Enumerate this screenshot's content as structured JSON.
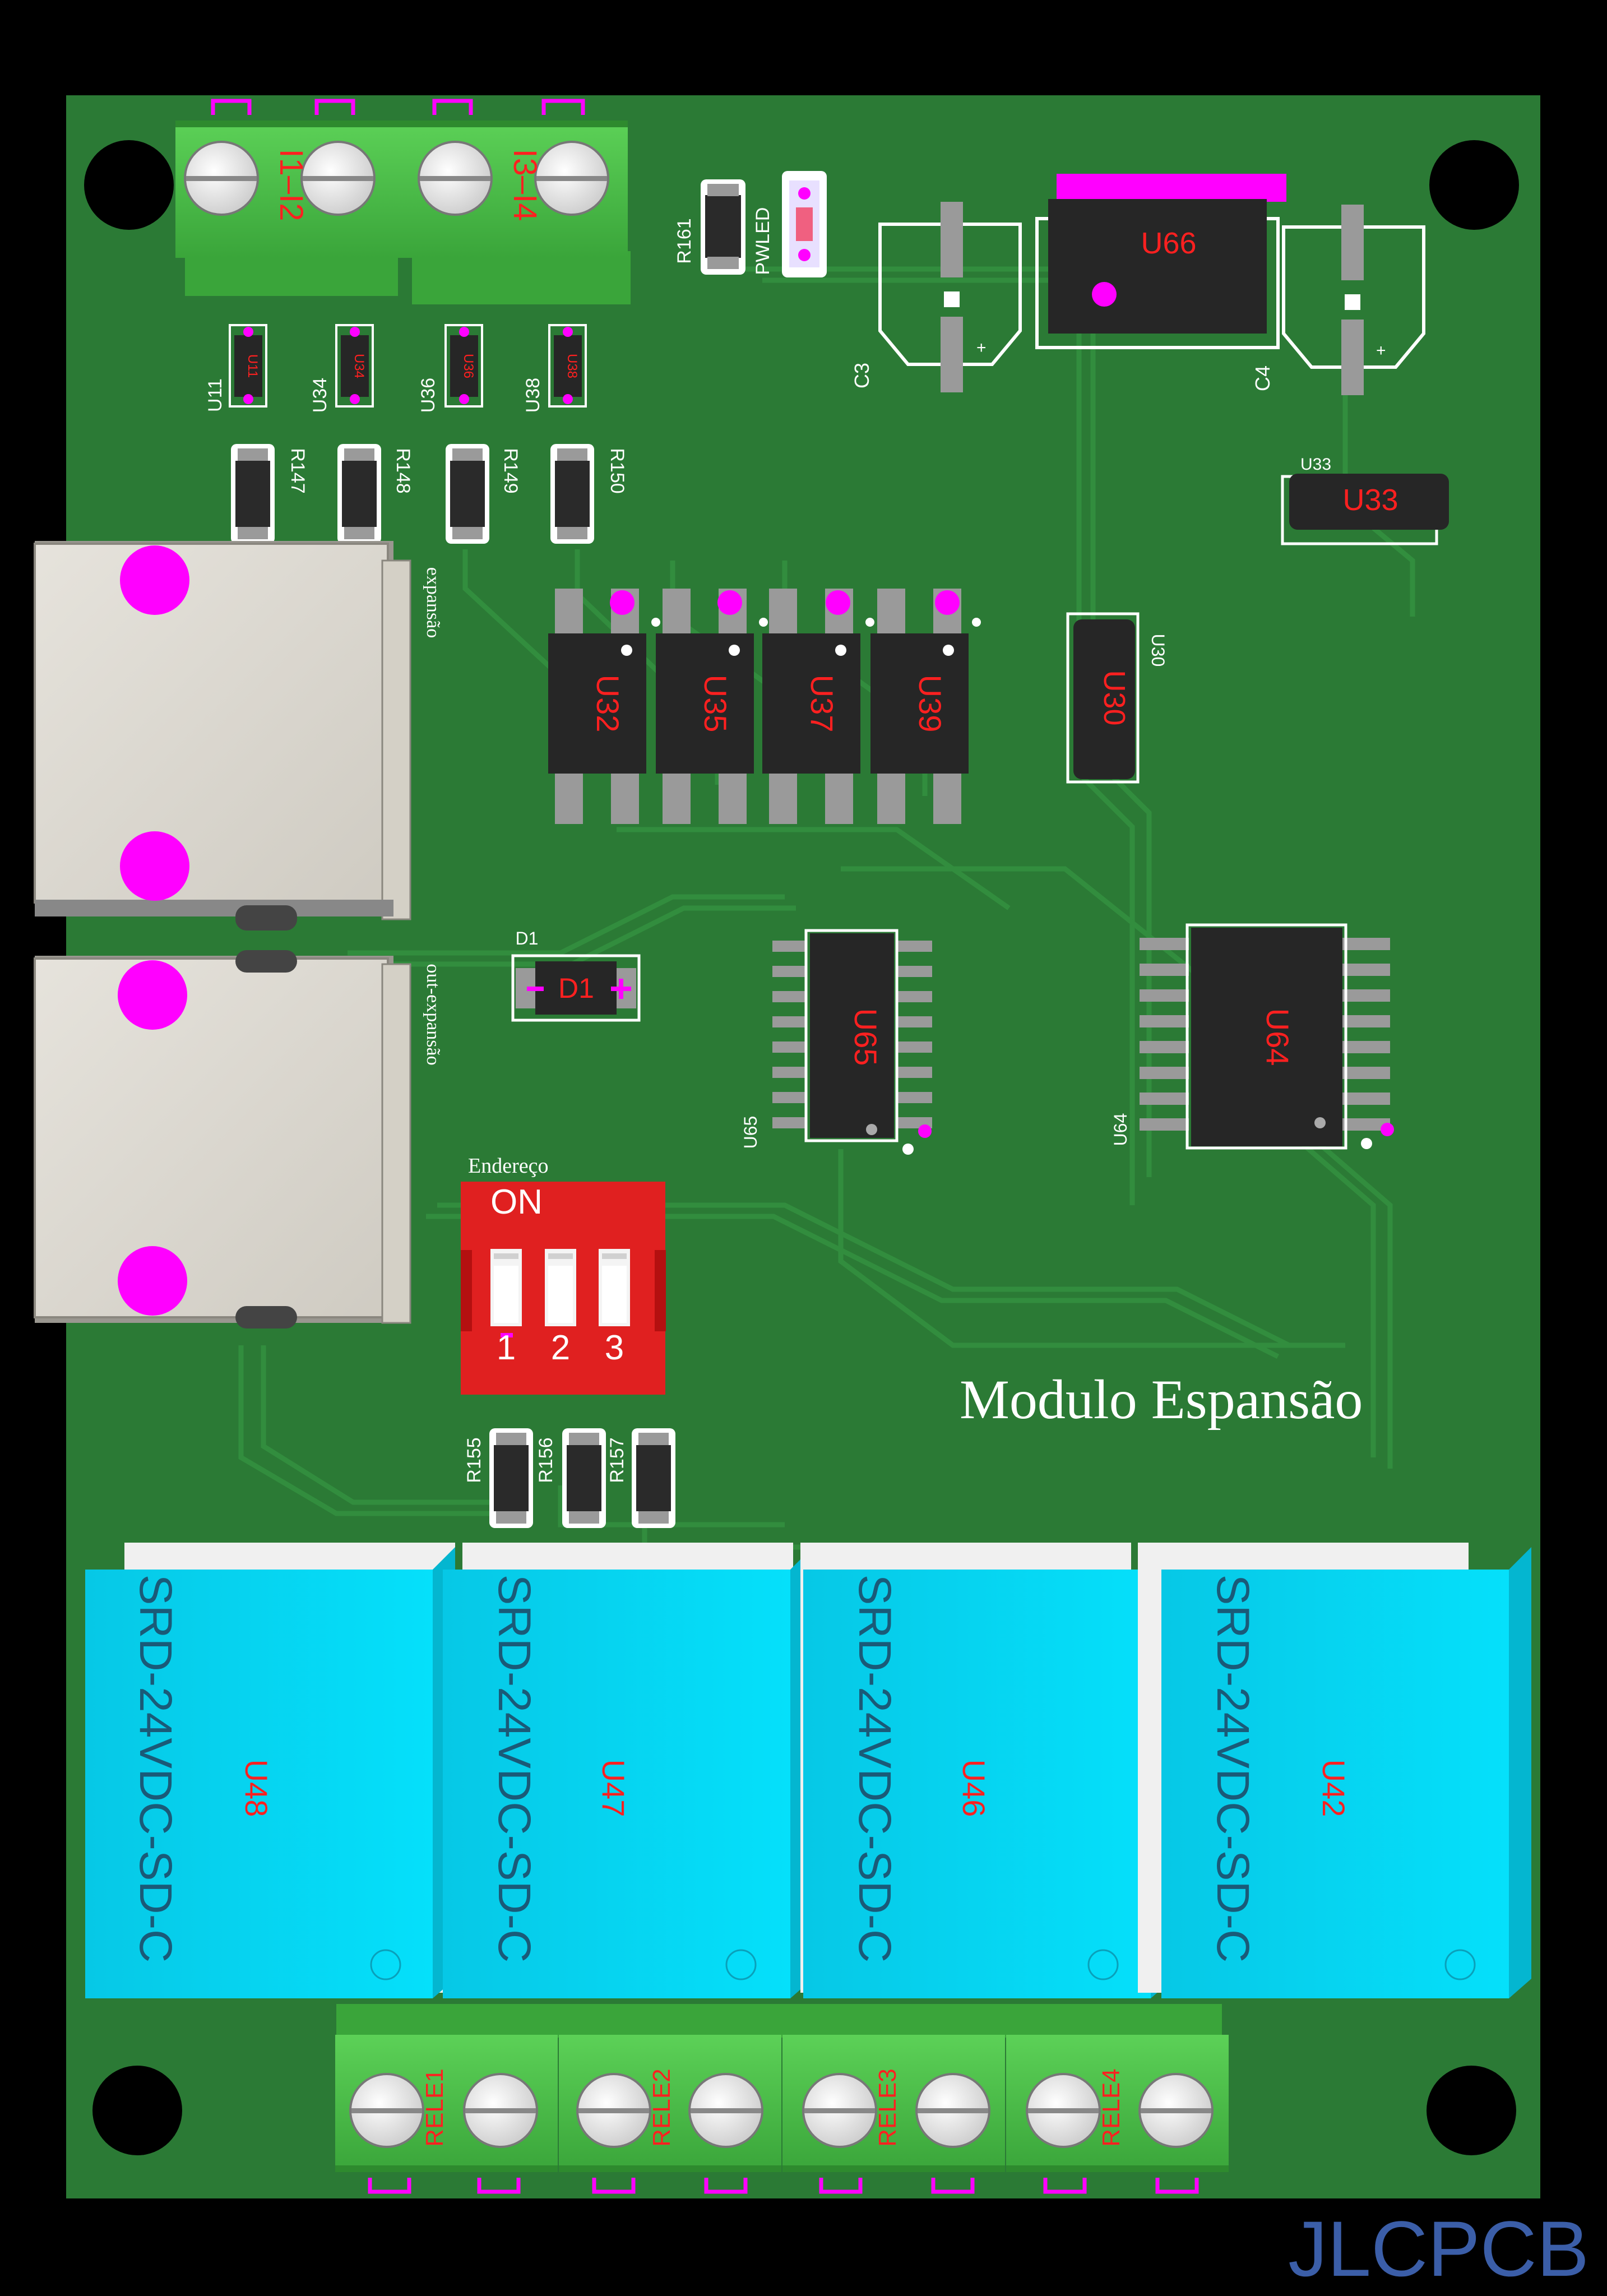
{
  "board": {
    "title": "Modulo Espansão",
    "brand": "JLCPCB",
    "colors": {
      "background": "#000000",
      "pcb": "#2b7a35",
      "trace": "#2f8a3a",
      "relay": "#05d8f5",
      "dip": "#e02020",
      "terminal": "#4fc24a",
      "silkscreen": "#ffffff",
      "designator": "#ff2020",
      "marker": "#ff00ff",
      "brand": "#3b5ea8"
    }
  },
  "input_terminals": [
    {
      "label": "I1–I2"
    },
    {
      "label": "I3–I4"
    }
  ],
  "power_led": {
    "resistor": "R161",
    "label": "PWLED"
  },
  "regulator": {
    "ref": "U66"
  },
  "capacitors": [
    {
      "ref": "C3"
    },
    {
      "ref": "C4"
    }
  ],
  "small_u33": {
    "ref": "U33",
    "silk": "U33"
  },
  "diodes_top": [
    {
      "ref": "U11",
      "body": "U11"
    },
    {
      "ref": "U34",
      "body": "U34"
    },
    {
      "ref": "U36",
      "body": "U36"
    },
    {
      "ref": "U38",
      "body": "U38"
    }
  ],
  "resistors_top": [
    {
      "ref": "R147"
    },
    {
      "ref": "R148"
    },
    {
      "ref": "R149"
    },
    {
      "ref": "R150"
    }
  ],
  "rj45": [
    {
      "label": "expansão"
    },
    {
      "label": "out-expansão"
    }
  ],
  "optocouplers": [
    {
      "ref": "U32"
    },
    {
      "ref": "U35"
    },
    {
      "ref": "U37"
    },
    {
      "ref": "U39"
    }
  ],
  "u30": {
    "ref": "U30",
    "silk": "U30"
  },
  "diode_d1": {
    "ref": "D1",
    "silk": "D1"
  },
  "ics": [
    {
      "ref": "U65",
      "silk": "U65"
    },
    {
      "ref": "U64",
      "silk": "U64"
    }
  ],
  "dip_switch": {
    "caption": "Endereço",
    "on_label": "ON",
    "positions": [
      "1",
      "2",
      "3"
    ]
  },
  "resistors_bottom": [
    {
      "ref": "R155"
    },
    {
      "ref": "R156"
    },
    {
      "ref": "R157"
    }
  ],
  "relays": [
    {
      "ref": "U48",
      "model": "SRD-24VDC-SD-C"
    },
    {
      "ref": "U47",
      "model": "SRD-24VDC-SD-C"
    },
    {
      "ref": "U46",
      "model": "SRD-24VDC-SD-C"
    },
    {
      "ref": "U42",
      "model": "SRD-24VDC-SD-C"
    }
  ],
  "output_terminals": [
    {
      "label": "RELE1"
    },
    {
      "label": "RELE2"
    },
    {
      "label": "RELE3"
    },
    {
      "label": "RELE4"
    }
  ]
}
